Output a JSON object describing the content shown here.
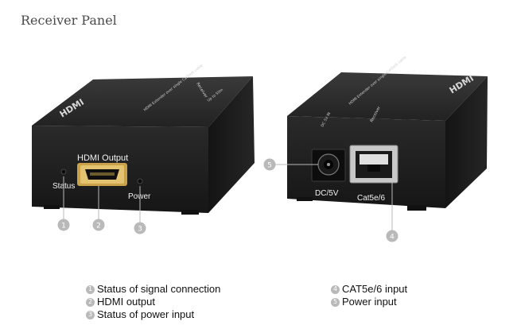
{
  "title": "Receiver Panel",
  "left_device": {
    "brand_logo": "HDMI",
    "product_label": "Receiver",
    "product_subtitle": "HDMI Extender over single Cat5e/6 cable",
    "product_range": "Up to 50m",
    "port_label": "HDMI Output",
    "status_label": "Status",
    "power_label": "Power"
  },
  "right_device": {
    "brand_logo": "HDMI",
    "product_label": "Receiver",
    "product_subtitle": "HDMI Extender over single Cat5e/6 cable",
    "product_range": "DC 5V IN",
    "dc_label": "DC/5V",
    "cat_label": "Cat5e/6"
  },
  "callouts": [
    "1",
    "2",
    "3",
    "4",
    "5"
  ],
  "legend_left": [
    {
      "num": "1",
      "text": "Status of signal connection"
    },
    {
      "num": "2",
      "text": "HDMI output"
    },
    {
      "num": "3",
      "text": "Status of power input"
    }
  ],
  "legend_right": [
    {
      "num": "4",
      "text": "CAT5e/6 input"
    },
    {
      "num": "5",
      "text": "Power input"
    }
  ],
  "colors": {
    "callout": "#b9b9b9",
    "body_dark": "#1f1f1f",
    "body_top": "#2c2c2c"
  }
}
